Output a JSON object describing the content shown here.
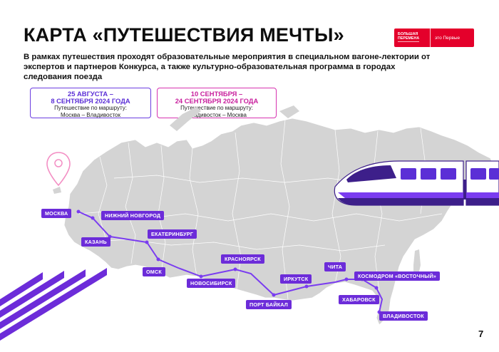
{
  "title": "КАРТА «ПУТЕШЕСТВИЯ МЕЧТЫ»",
  "logo": {
    "line1": "БОЛЬШАЯ",
    "line2": "ПЕРЕМЕНА",
    "tagline": "это Первые",
    "color": "#e4002b"
  },
  "lead": "В рамках путешествия проходят образовательные мероприятия в специальном вагоне-лектории от экспертов и партнеров Конкурса, а также культурно-образовательная программа в городах следования поезда",
  "legs": [
    {
      "date_line1": "25 АВГУСТА –",
      "date_line2": "8 СЕНТЯБРЯ 2024 ГОДА",
      "route_line1": "Путешествие по маршруту:",
      "route_line2": "Москва – Владивосток",
      "color": "#5b2fd6"
    },
    {
      "date_line1": "10 СЕНТЯБРЯ –",
      "date_line2": "24 СЕНТЯБРЯ 2024 ГОДА",
      "route_line1": "Путешествие по маршруту:",
      "route_line2": "Владивосток – Москва",
      "color": "#c81f9d"
    }
  ],
  "cities": [
    "МОСКВА",
    "НИЖНИЙ НОВГОРОД",
    "КАЗАНЬ",
    "ЕКАТЕРИНБУРГ",
    "ОМСК",
    "НОВОСИБИРСК",
    "КРАСНОЯРСК",
    "ПОРТ БАЙКАЛ",
    "ИРКУТСК",
    "ЧИТА",
    "КОСМОДРОМ «ВОСТОЧНЫЙ»",
    "ХАБАРОВСК",
    "ВЛАДИВОСТОК"
  ],
  "page_number": "7",
  "colors": {
    "map_fill": "#d4d4d4",
    "route": "#7a3cf0",
    "city_label": "#6c2cd9",
    "pin": "#f38fc4"
  },
  "icons": {
    "pin": "map-pin-icon",
    "train": "train-illustration"
  }
}
